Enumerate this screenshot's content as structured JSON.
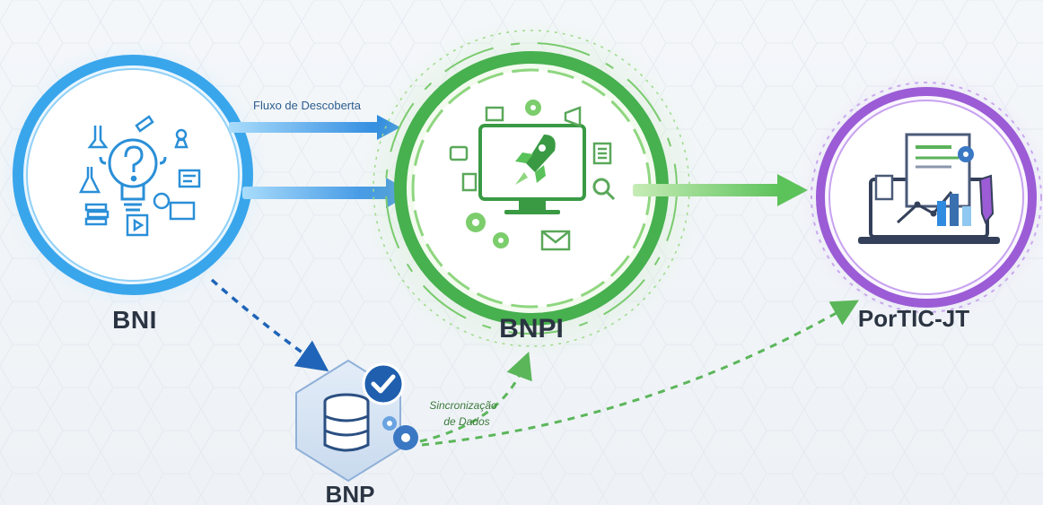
{
  "nodes": {
    "bni": {
      "label": "BNI"
    },
    "bnpi": {
      "label": "BNPI"
    },
    "portic": {
      "label": "PorTIC-JT"
    },
    "bnp": {
      "label": "BNP"
    }
  },
  "edges": {
    "discovery_flow": {
      "label": "Fluxo de Descoberta"
    },
    "data_sync": {
      "label_line1": "Sincronização",
      "label_line2": "de Dados"
    }
  },
  "colors": {
    "bni_blue": "#2f9fe8",
    "bnpi_green": "#3ea84a",
    "portic_purple": "#9b5cd6",
    "bnp_blue": "#3a6fb0"
  },
  "icons": {
    "bni": "lightbulb-question-icon",
    "bnpi": "monitor-rocket-icon",
    "portic": "laptop-chart-icon",
    "bnp": "database-check-icon"
  }
}
